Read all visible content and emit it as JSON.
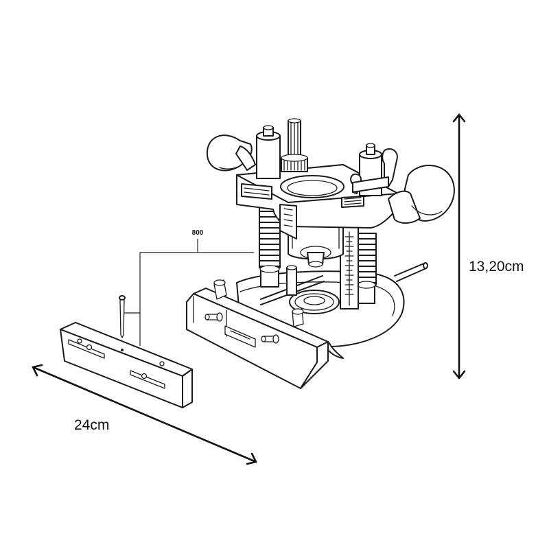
{
  "diagram": {
    "callout_label": "800",
    "dimensions": {
      "height_label": "13,20cm",
      "width_label": "24cm"
    },
    "parts": [
      "router-attachment-base",
      "edge-guide",
      "locating-pin"
    ]
  }
}
